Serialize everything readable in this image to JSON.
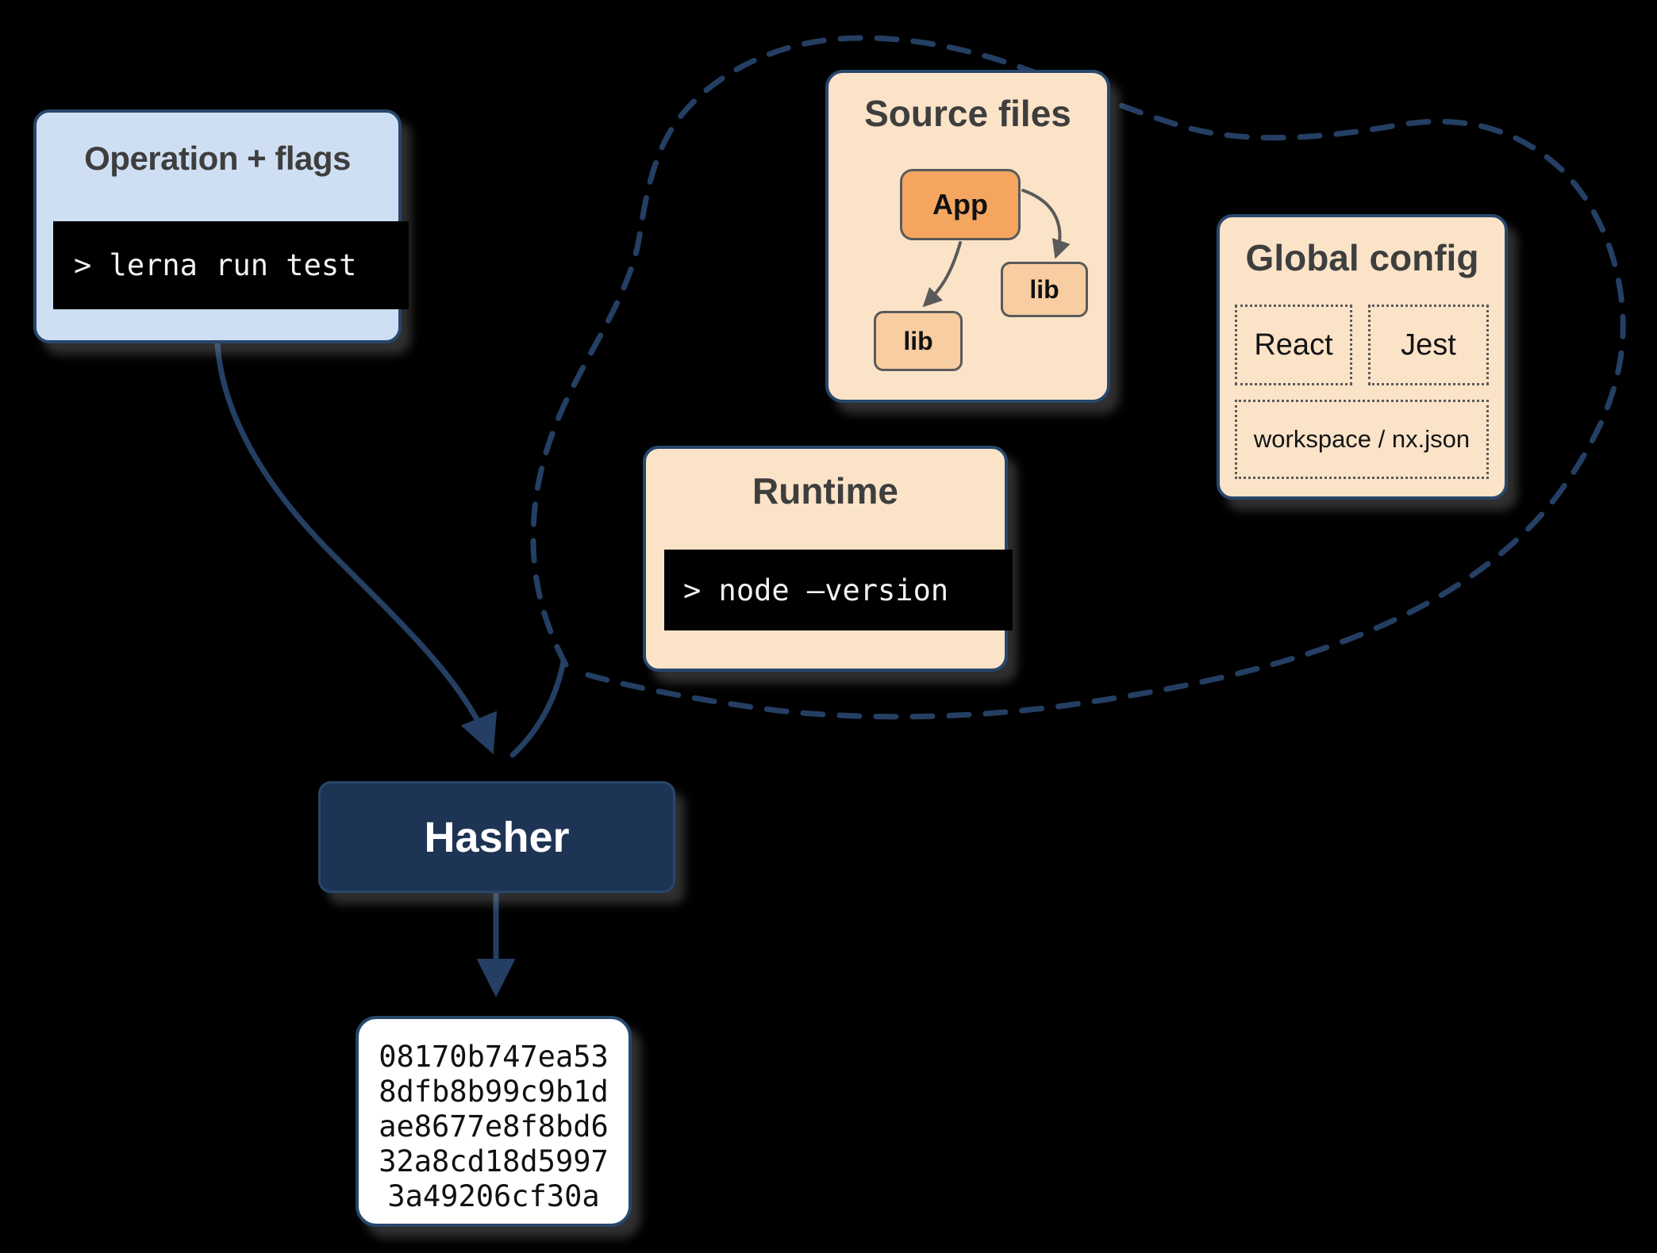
{
  "operation": {
    "title": "Operation + flags",
    "command": "> lerna run test"
  },
  "source": {
    "title": "Source files",
    "app_label": "App",
    "lib1_label": "lib",
    "lib2_label": "lib"
  },
  "global": {
    "title": "Global config",
    "react_label": "React",
    "jest_label": "Jest",
    "workspace_label": "workspace / nx.json"
  },
  "runtime": {
    "title": "Runtime",
    "command": "> node –version"
  },
  "hasher": {
    "label": "Hasher"
  },
  "hash_output": {
    "lines": [
      "08170b747ea53",
      "8dfb8b99c9b1d",
      "ae8677e8f8bd6",
      "32a8cd18d5997",
      "3a49206cf30a"
    ]
  },
  "colors": {
    "bg": "#000000",
    "blue": "#cfdff3",
    "peach": "#fbe3c8",
    "appOrange": "#f4a661",
    "libOrange": "#f8cda2",
    "navy": "#1e3454",
    "navyBorder": "#27476b",
    "connector": "#243f63",
    "grayLine": "#5a5a5a",
    "titleGray": "#3e3e3e",
    "terminalBg": "#000000",
    "terminalText": "#f2f2f2",
    "white": "#ffffff"
  }
}
